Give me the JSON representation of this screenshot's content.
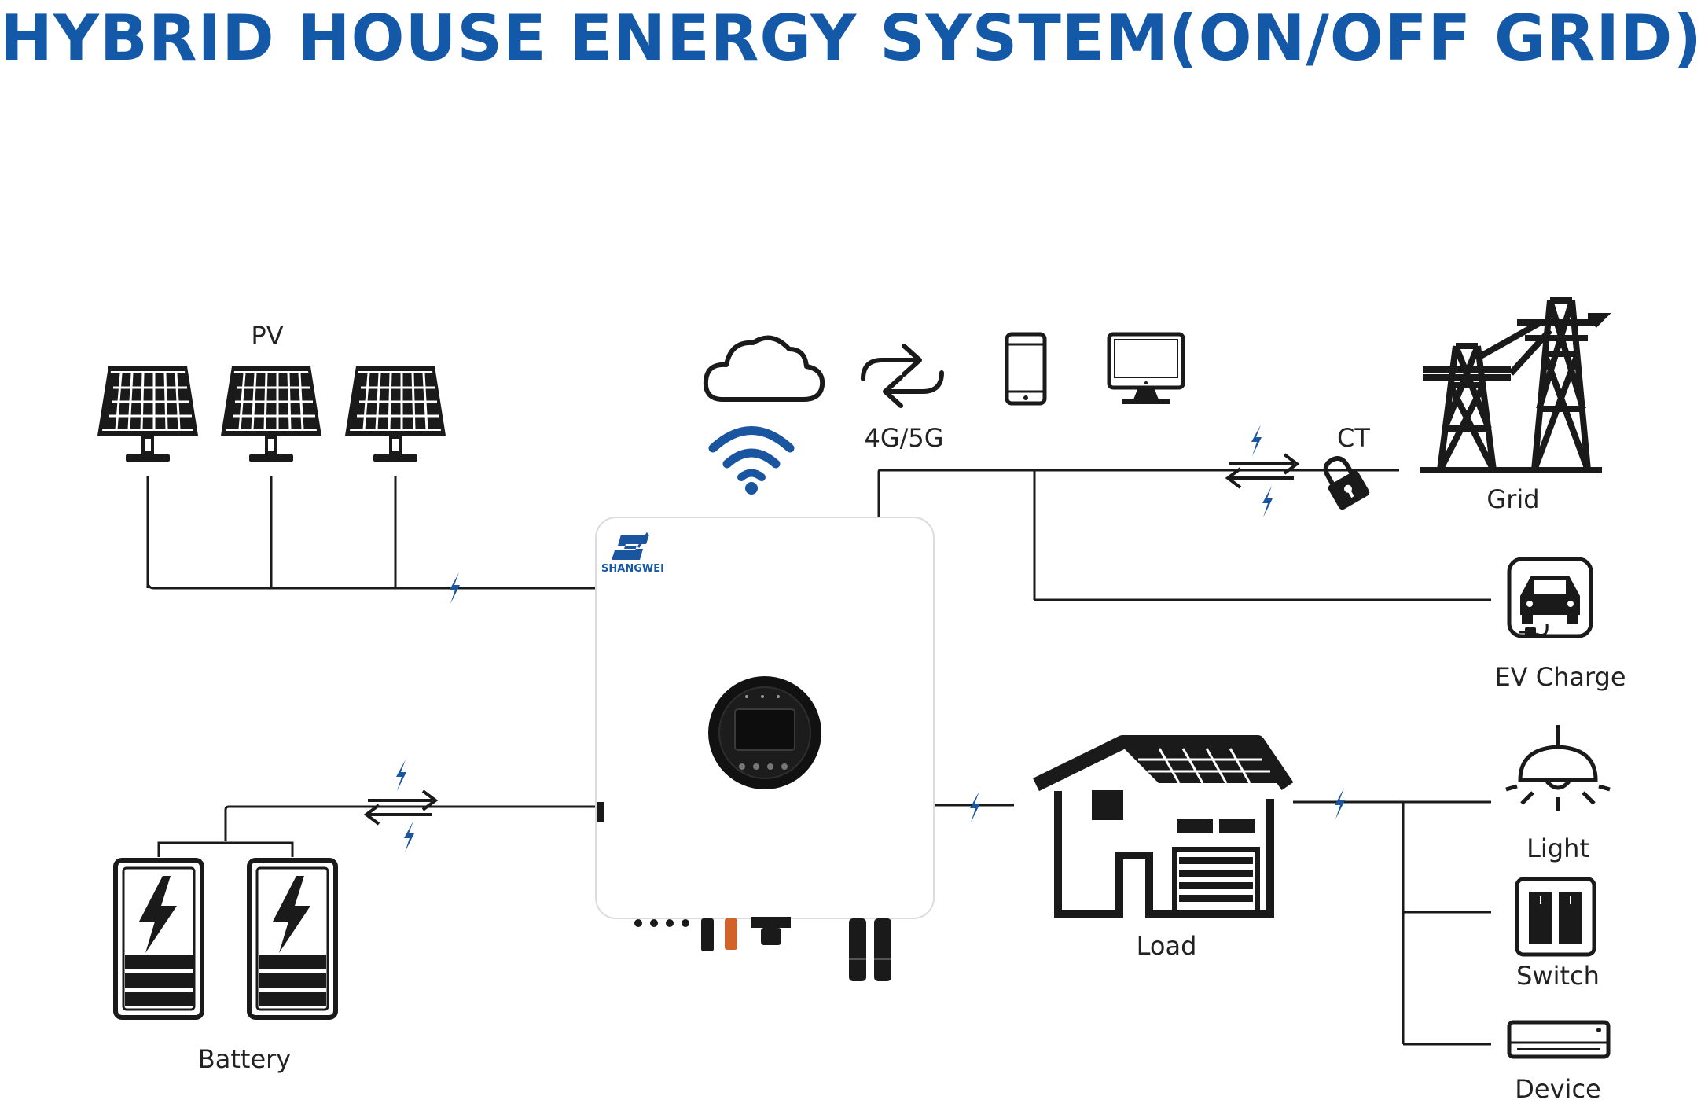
{
  "title": "HYBRID HOUSE ENERGY SYSTEM(ON/OFF GRID)",
  "colors": {
    "title": "#1458a8",
    "accent_blue": "#1a55a0",
    "line": "#1a1a1a",
    "copper_terminal": "#d0622a"
  },
  "labels": {
    "pv": "PV",
    "network": "4G/5G",
    "ct": "CT",
    "grid": "Grid",
    "ev_charge": "EV Charge",
    "light": "Light",
    "switch": "Switch",
    "device": "Device",
    "load": "Load",
    "battery": "Battery",
    "brand": "SHANGWEI"
  },
  "icons": [
    "solar-panel-icon",
    "cloud-icon",
    "wifi-icon",
    "sync-arrows-icon",
    "phone-icon",
    "monitor-icon",
    "power-tower-icon",
    "lock-icon",
    "ev-car-icon",
    "light-bulb-icon",
    "switch-icon",
    "air-conditioner-icon",
    "house-icon",
    "battery-icon",
    "lightning-icon",
    "bidirectional-arrows-icon"
  ]
}
